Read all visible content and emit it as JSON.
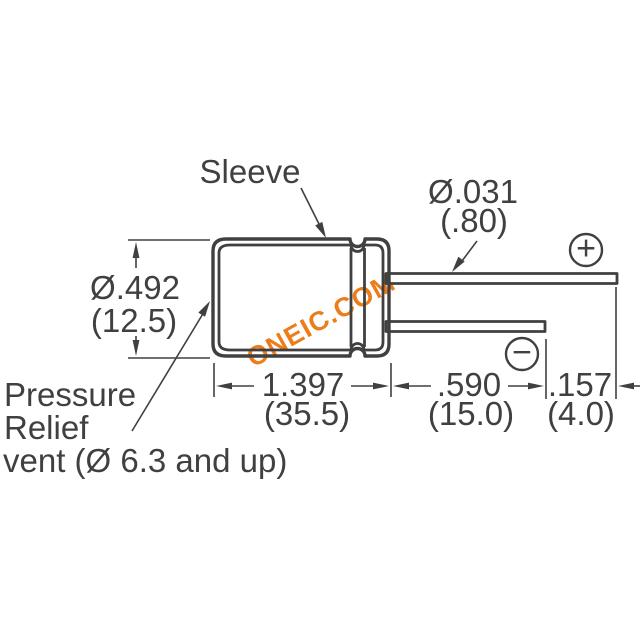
{
  "diagram": {
    "description": "Radial electrolytic capacitor outline drawing with dimensions",
    "labels": {
      "sleeve": "Sleeve",
      "pressure_relief_line1": "Pressure",
      "pressure_relief_line2": "Relief",
      "pressure_relief_line3": "vent (Ø 6.3 and up)"
    },
    "dimensions": {
      "lead_diameter": {
        "inches": "Ø.031",
        "mm": "(.80)"
      },
      "body_diameter": {
        "inches": "Ø.492",
        "mm": "(12.5)"
      },
      "body_length": {
        "inches": "1.397",
        "mm": "(35.5)"
      },
      "lead_length": {
        "inches": ".590",
        "mm": "(15.0)"
      },
      "lead_tip_offset": {
        "inches": ".157",
        "mm": "(4.0)"
      }
    },
    "polarity": {
      "positive": "+",
      "negative": "−"
    },
    "watermark": "ONEIC.COM",
    "colors": {
      "line": "#404040",
      "watermark_orange": "#ed7d1a",
      "background": "#ffffff"
    }
  }
}
